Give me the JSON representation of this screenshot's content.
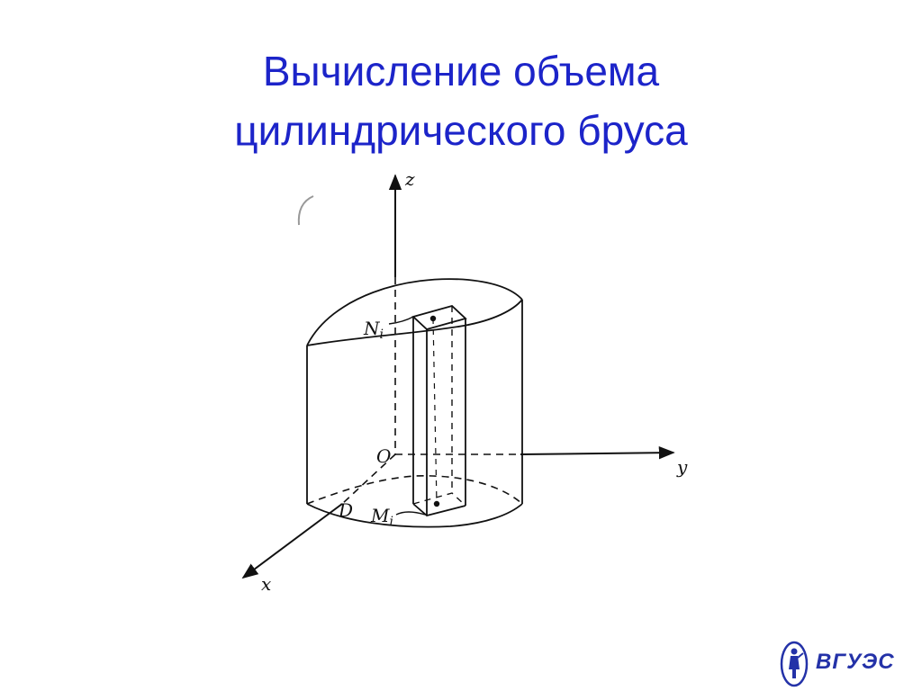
{
  "title": {
    "line1": "Вычисление объема",
    "line2": "цилиндрического бруса"
  },
  "diagram": {
    "labels": {
      "z_axis": "z",
      "y_axis": "y",
      "x_axis": "x",
      "origin": "O",
      "region": "D",
      "point_top": "N",
      "point_top_sub": "i",
      "point_bottom": "M",
      "point_bottom_sub": "i"
    }
  },
  "logo": {
    "text": "ВГУЭС",
    "icon": "monument-figure-icon",
    "color": "#2432a8"
  },
  "colors": {
    "title": "#1c24c9",
    "ink": "#111111"
  }
}
